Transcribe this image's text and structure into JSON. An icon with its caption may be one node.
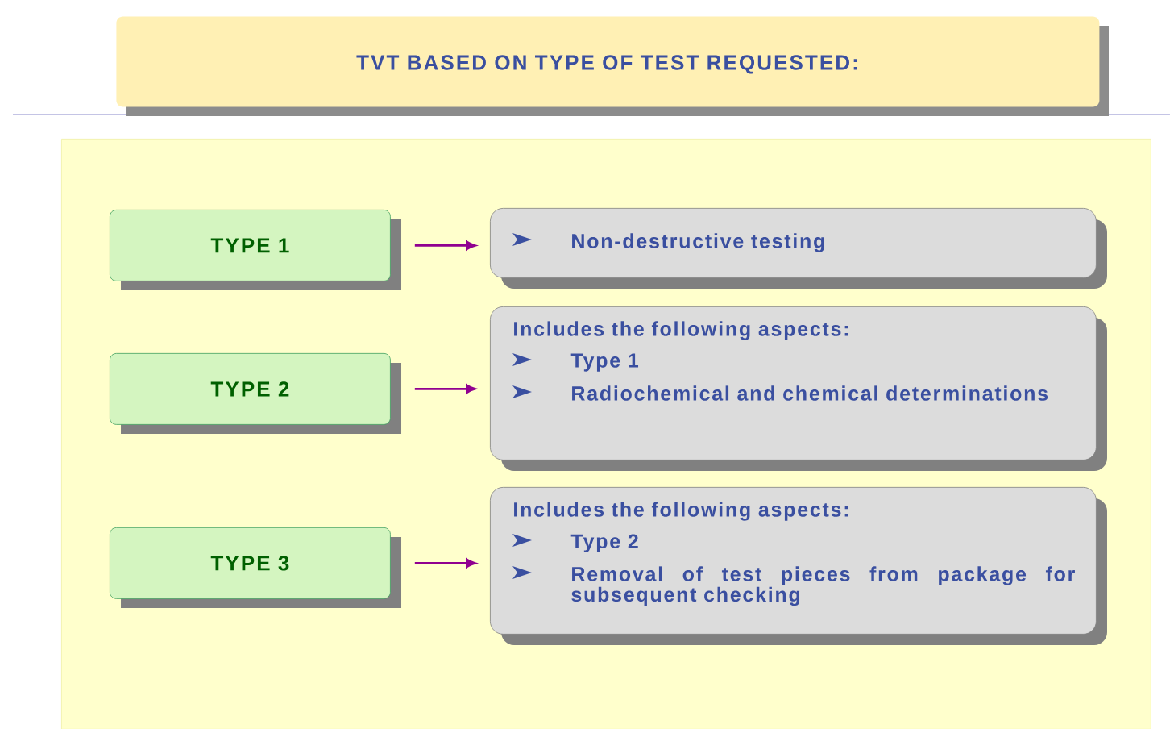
{
  "diagram": {
    "title": "TVT BASED ON TYPE OF TEST REQUESTED:",
    "nodes": [
      {
        "text": [],
        "shape": "box"
      },
      {
        "text": [
          "TYPE 1"
        ],
        "in": 0
      },
      {
        "text": [
          "Non-destructive testing"
        ],
        "in": 0
      },
      {
        "text": [
          "TYPE 2"
        ],
        "in": 0
      },
      {
        "text": [
          "Includes the following aspects:",
          "Type 1",
          "Radiochemical and chemical determinations"
        ],
        "in": 0
      },
      {
        "text": [
          "TYPE 3"
        ],
        "in": 0
      },
      {
        "text": [
          "Includes the following aspects:",
          "Type 2",
          "Removal of test pieces from package for subsequent checking"
        ],
        "in": 0
      }
    ],
    "edges": [
      {
        "from": 1,
        "to": 2,
        "arrow": "to"
      },
      {
        "from": 3,
        "to": 4,
        "arrow": "to"
      },
      {
        "from": 5,
        "to": 6,
        "arrow": "to"
      }
    ]
  }
}
